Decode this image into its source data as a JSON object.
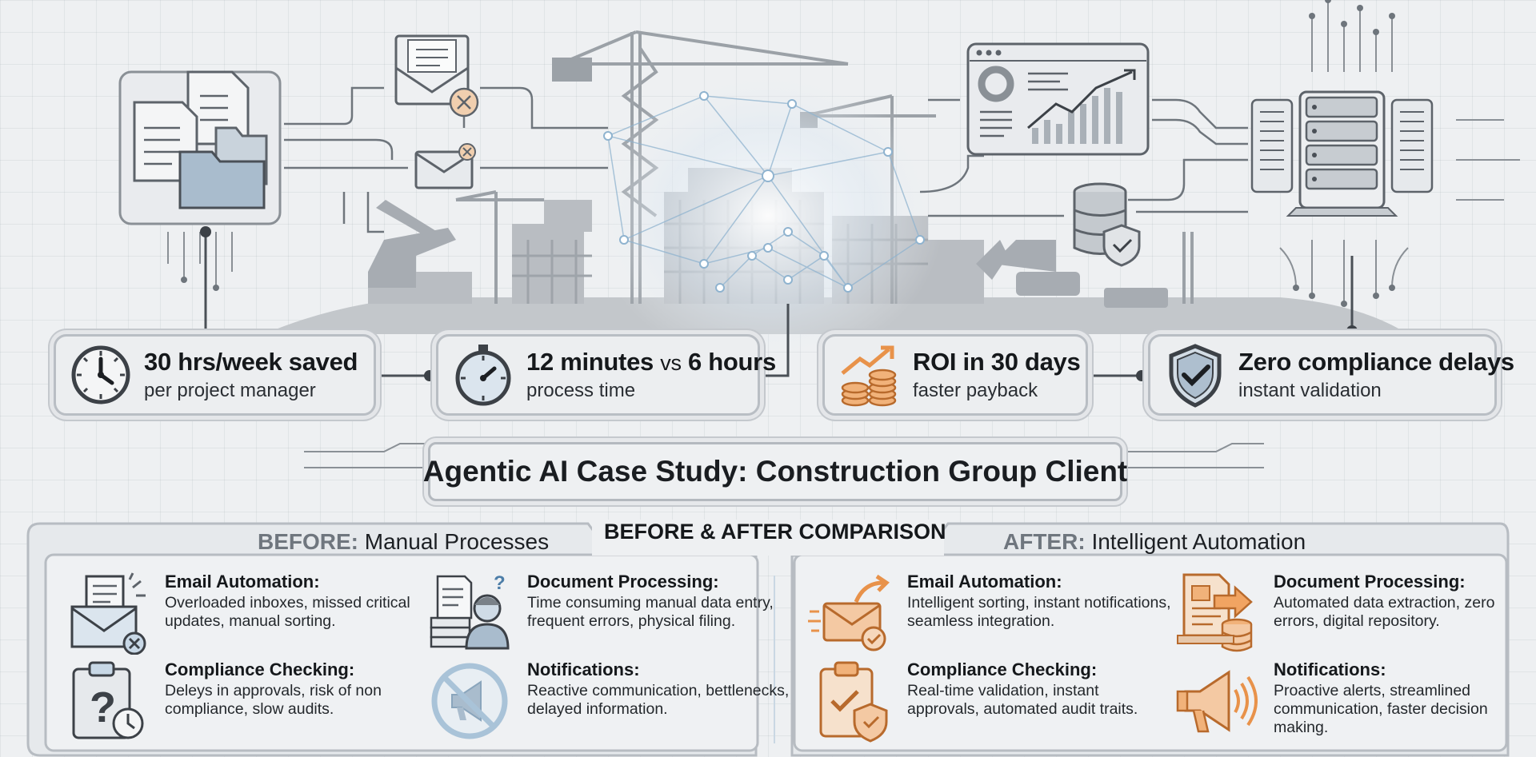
{
  "title": "Agentic AI Case Study: Construction Group Client",
  "metrics": [
    {
      "big": "30 hrs/week saved",
      "small": "per project manager",
      "icon": "clock-icon"
    },
    {
      "big_a": "12 minutes",
      "big_vs": "vs",
      "big_b": "6 hours",
      "small": "process time",
      "icon": "stopwatch-icon"
    },
    {
      "big": "ROI in 30 days",
      "small": "faster payback",
      "icon": "coins-growth-icon"
    },
    {
      "big": "Zero compliance delays",
      "small": "instant validation",
      "icon": "shield-check-icon"
    }
  ],
  "comparison": {
    "heading": "BEFORE & AFTER COMPARISON",
    "before": {
      "prefix": "BEFORE:",
      "label": "Manual Processes",
      "items": [
        {
          "title": "Email Automation:",
          "desc": "Overloaded inboxes, missed critical updates, manual sorting.",
          "icon": "overloaded-email-icon"
        },
        {
          "title": "Document Processing:",
          "desc": "Time consuming manual data entry, frequent errors, physical filing.",
          "icon": "confused-worker-documents-icon"
        },
        {
          "title": "Compliance Checking:",
          "desc": "Deleys in approvals, risk of non compliance, slow audits.",
          "icon": "clipboard-question-icon"
        },
        {
          "title": "Notifications:",
          "desc": "Reactive communication, bettlenecks, delayed information.",
          "icon": "muted-megaphone-icon"
        }
      ]
    },
    "after": {
      "prefix": "AFTER:",
      "label": "Intelligent Automation",
      "items": [
        {
          "title": "Email Automation:",
          "desc": "Intelligent sorting, instant notifications, seamless integration.",
          "icon": "email-forward-check-icon"
        },
        {
          "title": "Document Processing:",
          "desc": "Automated data extraction, zero errors, digital repository.",
          "icon": "document-database-icon"
        },
        {
          "title": "Compliance Checking:",
          "desc": "Real-time validation, instant approvals, automated audit traits.",
          "icon": "clipboard-shield-icon"
        },
        {
          "title": "Notifications:",
          "desc": "Proactive alerts, streamlined communication, faster decision making.",
          "icon": "megaphone-alert-icon"
        }
      ]
    }
  },
  "colors": {
    "accent_orange": "#e8924a",
    "accent_blue": "#9fc0da",
    "panel_border": "#b7bcc2",
    "text_dark": "#15181b"
  }
}
